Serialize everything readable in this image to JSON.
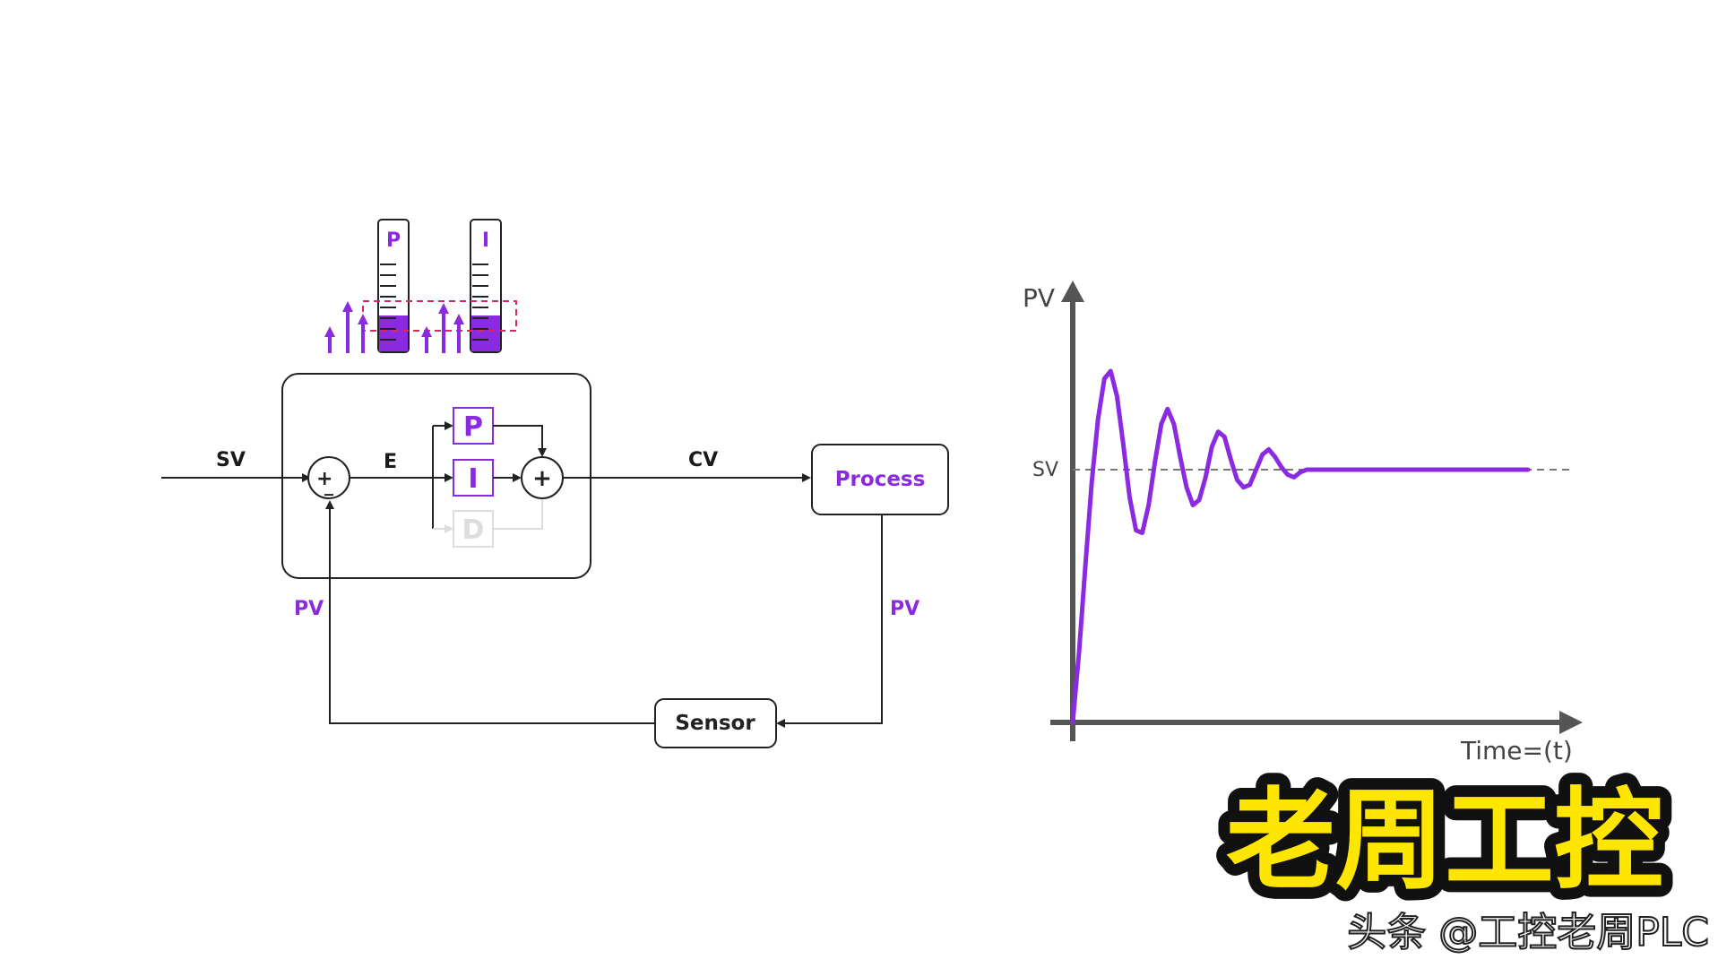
{
  "diagram": {
    "sv_label": "SV",
    "e_label": "E",
    "cv_label": "CV",
    "pv_label_left": "PV",
    "pv_label_right": "PV",
    "process_label": "Process",
    "sensor_label": "Sensor",
    "sum1_plus": "+",
    "sum1_minus": "_",
    "sum2_plus": "+",
    "p_block": "P",
    "i_block": "I",
    "d_block": "D",
    "gauge_p_label": "P",
    "gauge_i_label": "I"
  },
  "chart": {
    "y_axis_label": "PV",
    "x_axis_label": "Time=(t)",
    "sv_label": "SV"
  },
  "chart_data": {
    "type": "line",
    "title": "",
    "xlabel": "Time=(t)",
    "ylabel": "PV",
    "setpoint_label": "SV",
    "setpoint": 1.0,
    "x": [
      0.0,
      0.25,
      0.5,
      0.75,
      1.0,
      1.25,
      1.5,
      1.75,
      2.0,
      2.25,
      2.5,
      2.75,
      3.0,
      3.25,
      3.5,
      3.75,
      4.0,
      4.25,
      4.5,
      4.75,
      5.0,
      5.25,
      5.5,
      5.75,
      6.0,
      6.25,
      6.5,
      6.75,
      7.0,
      7.25,
      7.5,
      7.75,
      8.0,
      8.25,
      8.5,
      8.75,
      9.0,
      9.25,
      9.5,
      9.75,
      10.0,
      10.25,
      10.5,
      10.75,
      11.0,
      11.25,
      11.5,
      11.75,
      12.0,
      12.25,
      12.5,
      12.75,
      13.0,
      13.25,
      13.5,
      13.75,
      14.0,
      14.25,
      14.5,
      14.75,
      15.0,
      15.25,
      15.5,
      15.75,
      16.0,
      16.25,
      16.5,
      16.75,
      17.0,
      17.25,
      17.5,
      17.75,
      18.0
    ],
    "y": [
      0.0,
      0.28,
      0.62,
      0.95,
      1.2,
      1.36,
      1.39,
      1.29,
      1.1,
      0.89,
      0.76,
      0.75,
      0.86,
      1.03,
      1.18,
      1.24,
      1.18,
      1.05,
      0.93,
      0.86,
      0.88,
      0.97,
      1.09,
      1.15,
      1.13,
      1.04,
      0.96,
      0.93,
      0.94,
      1.0,
      1.06,
      1.08,
      1.05,
      1.01,
      0.98,
      0.97,
      0.99,
      1.0,
      1.0,
      1.0,
      1.0,
      1.0,
      1.0,
      1.0,
      1.0,
      1.0,
      1.0,
      1.0,
      1.0,
      1.0,
      1.0,
      1.0,
      1.0,
      1.0,
      1.0,
      1.0,
      1.0,
      1.0,
      1.0,
      1.0,
      1.0,
      1.0,
      1.0,
      1.0,
      1.0,
      1.0,
      1.0,
      1.0,
      1.0,
      1.0,
      1.0,
      1.0,
      1.0
    ],
    "colors": {
      "line": "#8a2be2",
      "setpoint": "#777777",
      "axis": "#555555"
    }
  },
  "brand": {
    "title": "老周工控",
    "watermark": "头条 @工控老周PLC",
    "title_color": "#ffe600"
  },
  "colors": {
    "accent": "#8a2be2",
    "stroke": "#222222",
    "dashed_box": "#e0245e",
    "d_block_faded": "#dddddd"
  }
}
